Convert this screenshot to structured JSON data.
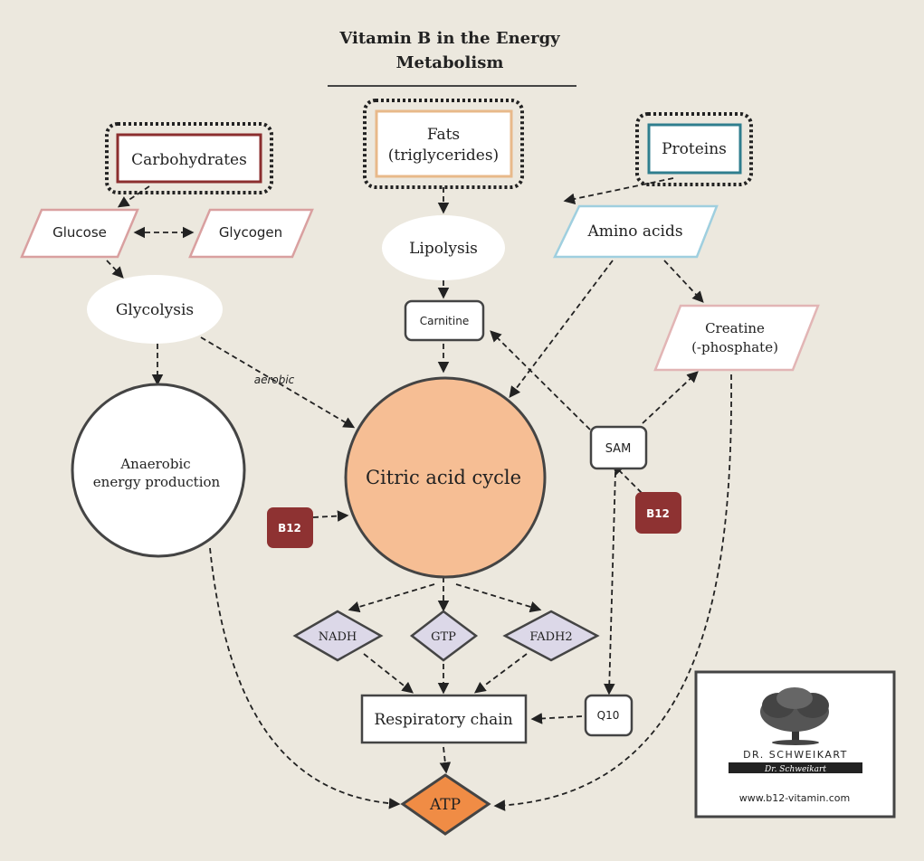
{
  "title_line1": "Vitamin B in the Energy",
  "title_line2": "Metabolism",
  "nodes": {
    "carbohydrates": "Carbohydrates",
    "fats_line1": "Fats",
    "fats_line2": "(triglycerides)",
    "proteins": "Proteins",
    "glucose": "Glucose",
    "glycogen": "Glycogen",
    "lipolysis": "Lipolysis",
    "amino_acids": "Amino acids",
    "glycolysis": "Glycolysis",
    "carnitine": "Carnitine",
    "creatine_line1": "Creatine",
    "creatine_line2": "(-phosphate)",
    "anaerobic_line1": "Anaerobic",
    "anaerobic_line2": "energy production",
    "citric": "Citric acid cycle",
    "sam": "SAM",
    "b12_left": "B12",
    "b12_right": "B12",
    "nadh": "NADH",
    "gtp": "GTP",
    "fadh2": "FADH2",
    "respiratory": "Respiratory chain",
    "q10": "Q10",
    "atp": "ATP"
  },
  "edge_labels": {
    "aerobic": "aerobic"
  },
  "logo": {
    "brand": "DR. SCHWEIKART",
    "signature": "Dr. Schweikart",
    "url": "www.b12-vitamin.com"
  },
  "colors": {
    "background": "#ECE8DE",
    "carbohydrates_border": "#8B2E2E",
    "fats_border": "#E8B98A",
    "proteins_border": "#2F7E8E",
    "glucose_border": "#D9A0A0",
    "amino_border": "#9FCFDF",
    "citric_fill": "#F6BE94",
    "b12_fill": "#8E3232",
    "diamond_fill": "#DCD8E8",
    "atp_fill": "#F08C45"
  }
}
